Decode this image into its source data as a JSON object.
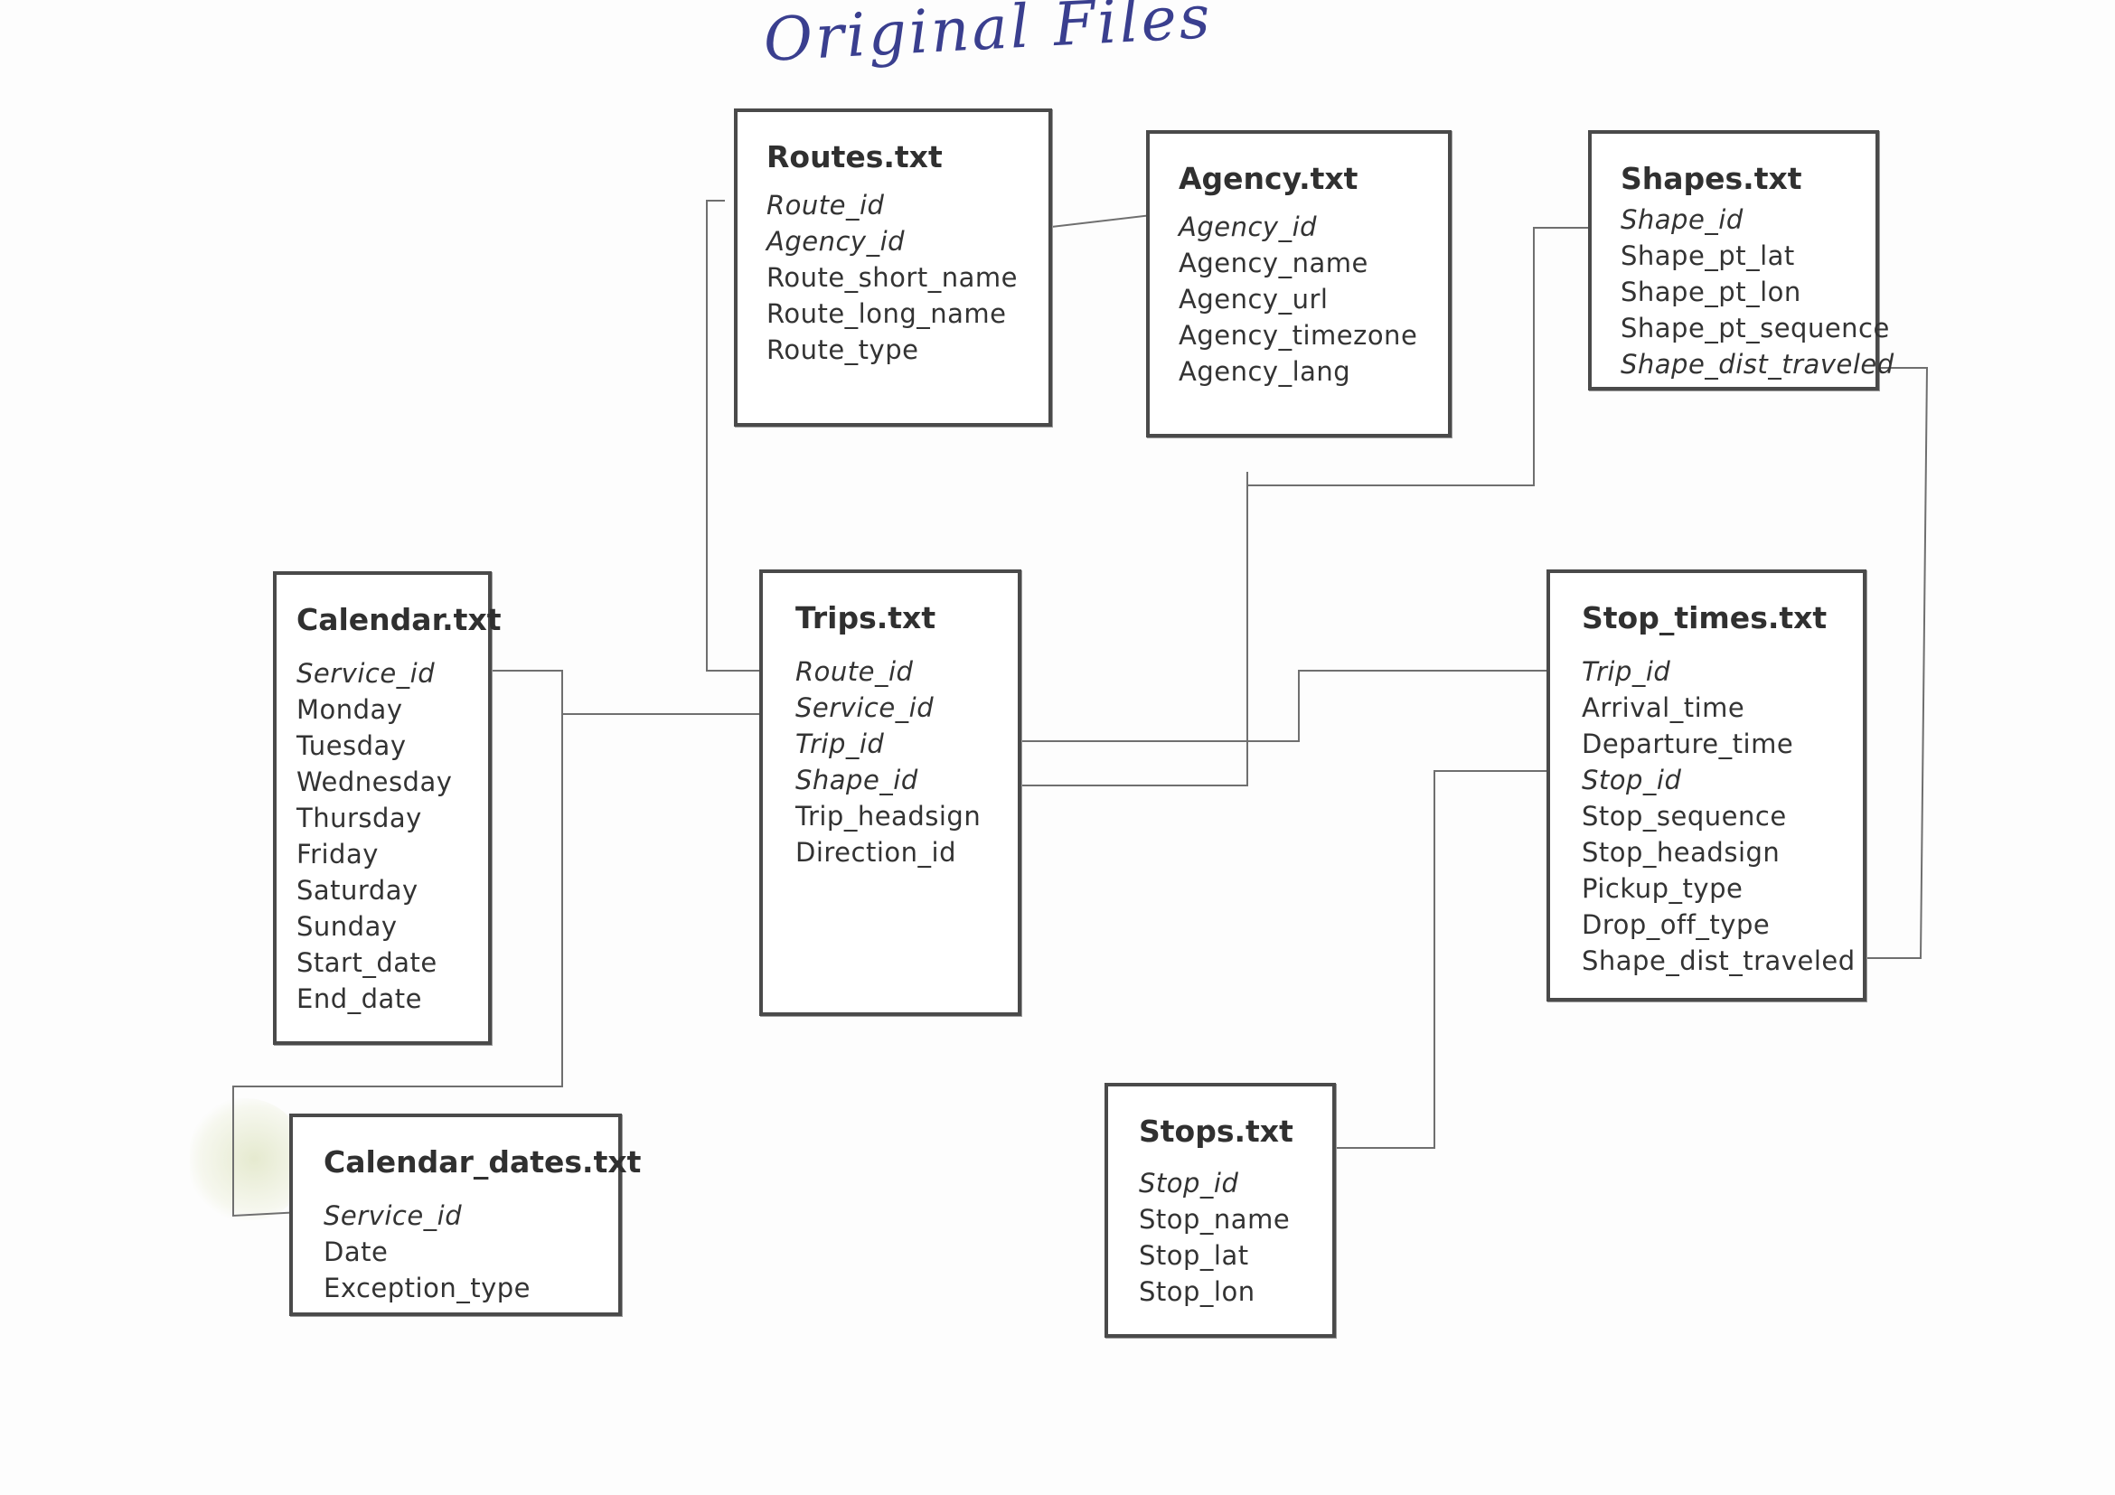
{
  "title": "Original Files",
  "colors": {
    "ink_handwriting": "#3a3f8f",
    "box_border": "#4a4a4a",
    "connector": "#6f6f6f"
  },
  "tables": {
    "routes": {
      "name": "Routes.txt",
      "fields": [
        "Route_id",
        "Agency_id",
        "Route_short_name",
        "Route_long_name",
        "Route_type"
      ],
      "keys": [
        0,
        1
      ]
    },
    "agency": {
      "name": "Agency.txt",
      "fields": [
        "Agency_id",
        "Agency_name",
        "Agency_url",
        "Agency_timezone",
        "Agency_lang"
      ],
      "keys": [
        0
      ]
    },
    "shapes": {
      "name": "Shapes.txt",
      "fields": [
        "Shape_id",
        "Shape_pt_lat",
        "Shape_pt_lon",
        "Shape_pt_sequence",
        "Shape_dist_traveled"
      ],
      "keys": [
        0,
        4
      ]
    },
    "calendar": {
      "name": "Calendar.txt",
      "fields": [
        "Service_id",
        "Monday",
        "Tuesday",
        "Wednesday",
        "Thursday",
        "Friday",
        "Saturday",
        "Sunday",
        "Start_date",
        "End_date"
      ],
      "keys": [
        0
      ]
    },
    "trips": {
      "name": "Trips.txt",
      "fields": [
        "Route_id",
        "Service_id",
        "Trip_id",
        "Shape_id",
        "Trip_headsign",
        "Direction_id"
      ],
      "keys": [
        0,
        1,
        2,
        3
      ]
    },
    "stop_times": {
      "name": "Stop_times.txt",
      "fields": [
        "Trip_id",
        "Arrival_time",
        "Departure_time",
        "Stop_id",
        "Stop_sequence",
        "Stop_headsign",
        "Pickup_type",
        "Drop_off_type",
        "Shape_dist_traveled"
      ],
      "keys": [
        0,
        3
      ]
    },
    "calendar_dates": {
      "name": "Calendar_dates.txt",
      "fields": [
        "Service_id",
        "Date",
        "Exception_type"
      ],
      "keys": [
        0
      ]
    },
    "stops": {
      "name": "Stops.txt",
      "fields": [
        "Stop_id",
        "Stop_name",
        "Stop_lat",
        "Stop_lon"
      ],
      "keys": [
        0
      ]
    }
  }
}
